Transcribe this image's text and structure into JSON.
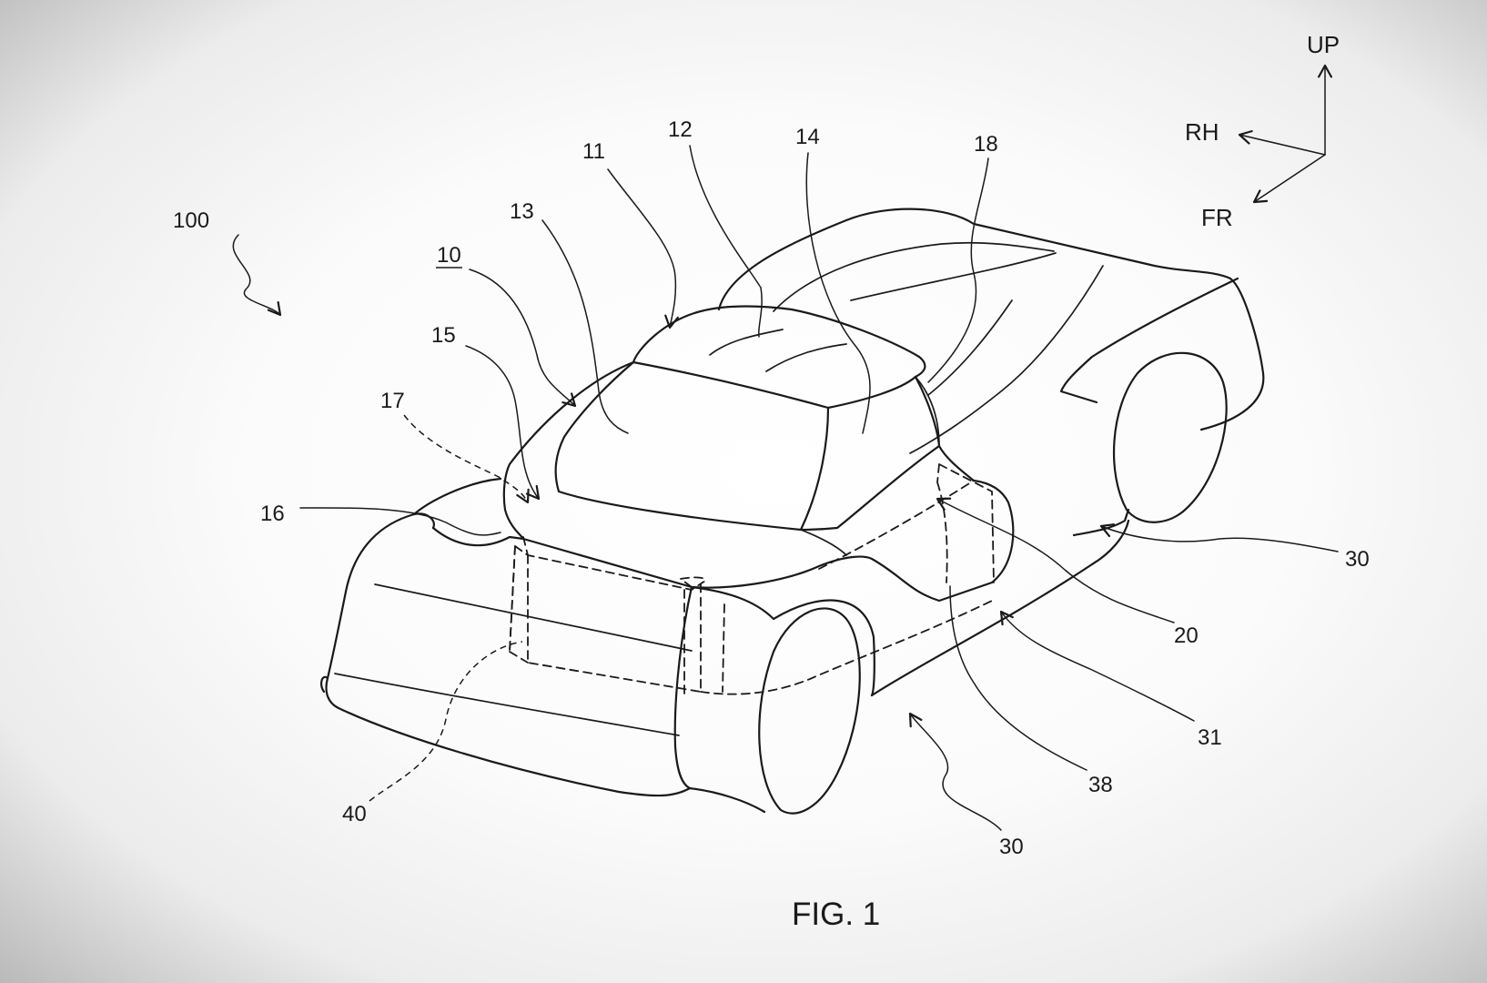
{
  "figure": {
    "caption": "FIG. 1",
    "reference_numerals": {
      "vehicle": "100",
      "body": "10",
      "cabin": "11",
      "roof": "12",
      "windshield": "13",
      "side_window": "14",
      "hood_front": "15",
      "front_edge": "16",
      "front_compartment": "17",
      "rear_body": "18",
      "side_member": "20",
      "side_sill_right": "30",
      "side_sill_left": "30",
      "sill_inner": "31",
      "sill_support": "38",
      "battery": "40"
    },
    "axes": {
      "up": "UP",
      "right_hand": "RH",
      "front": "FR"
    }
  }
}
